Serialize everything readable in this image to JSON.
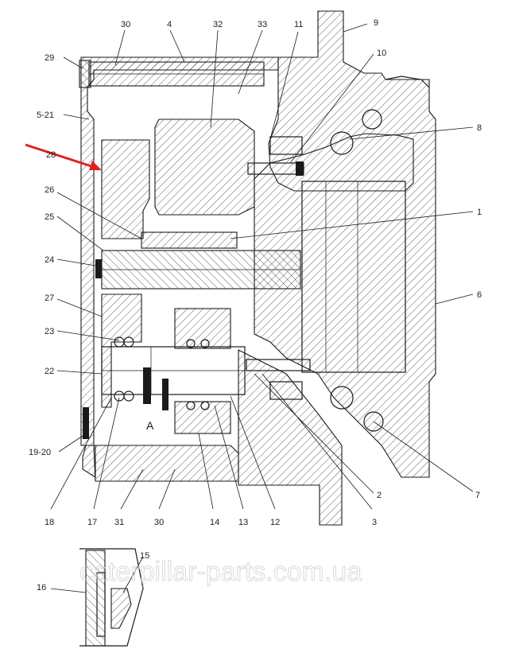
{
  "callouts": [
    {
      "id": "c30t",
      "text": "30"
    },
    {
      "id": "c4",
      "text": "4"
    },
    {
      "id": "c32",
      "text": "32"
    },
    {
      "id": "c33",
      "text": "33"
    },
    {
      "id": "c11",
      "text": "11"
    },
    {
      "id": "c9",
      "text": "9"
    },
    {
      "id": "c29",
      "text": "29"
    },
    {
      "id": "c10",
      "text": "10"
    },
    {
      "id": "c521",
      "text": "5-21"
    },
    {
      "id": "c8",
      "text": "8"
    },
    {
      "id": "c28",
      "text": "28"
    },
    {
      "id": "c26",
      "text": "26"
    },
    {
      "id": "c1",
      "text": "1"
    },
    {
      "id": "c25",
      "text": "25"
    },
    {
      "id": "c24",
      "text": "24"
    },
    {
      "id": "c27",
      "text": "27"
    },
    {
      "id": "c6",
      "text": "6"
    },
    {
      "id": "c23",
      "text": "23"
    },
    {
      "id": "c22",
      "text": "22"
    },
    {
      "id": "c1920",
      "text": "19-20"
    },
    {
      "id": "c2",
      "text": "2"
    },
    {
      "id": "c7",
      "text": "7"
    },
    {
      "id": "c18",
      "text": "18"
    },
    {
      "id": "c17",
      "text": "17"
    },
    {
      "id": "c31",
      "text": "31"
    },
    {
      "id": "c30b",
      "text": "30"
    },
    {
      "id": "c14",
      "text": "14"
    },
    {
      "id": "c13",
      "text": "13"
    },
    {
      "id": "c12",
      "text": "12"
    },
    {
      "id": "c3",
      "text": "3"
    },
    {
      "id": "c15",
      "text": "15"
    },
    {
      "id": "c16",
      "text": "16"
    }
  ],
  "section_label": "A",
  "watermark": "caterpillar-parts.com.ua",
  "colors": {
    "line": "#1a1a1a",
    "arrow": "#e02020",
    "watermark": "#d0d0d0"
  }
}
